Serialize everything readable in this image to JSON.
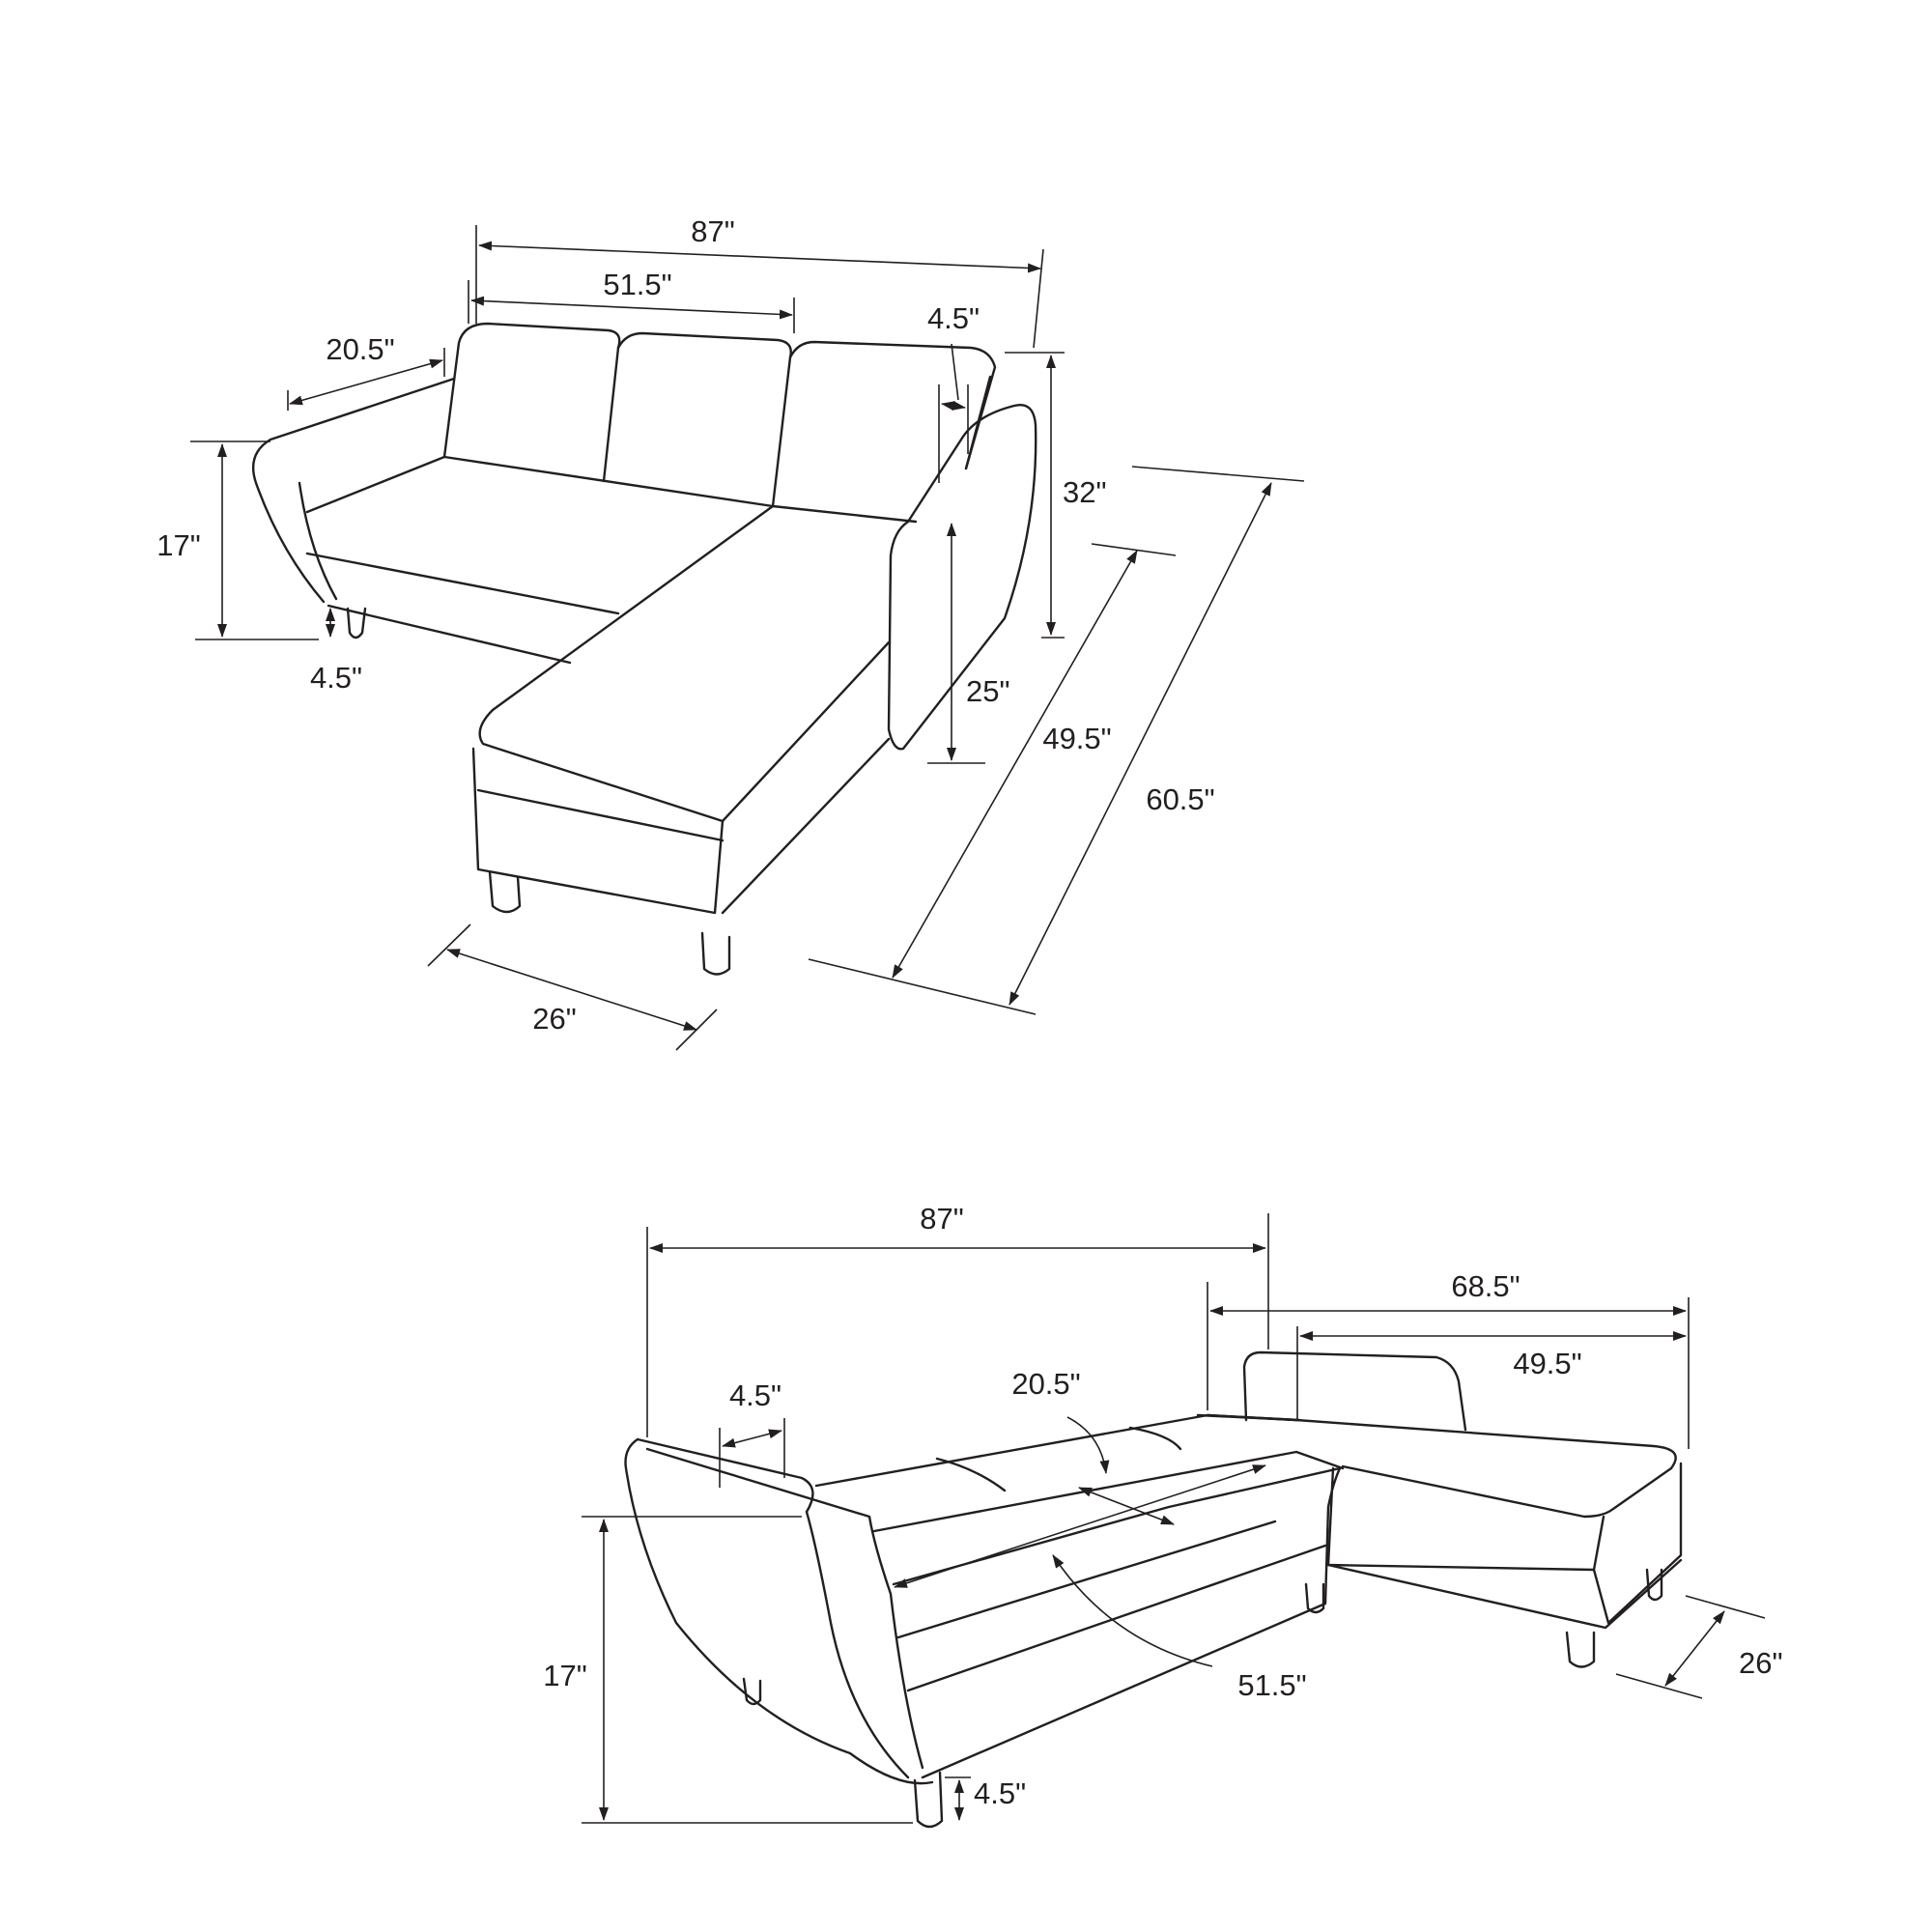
{
  "top_view": {
    "label_width": "87\"",
    "label_seat_width": "51.5\"",
    "label_arm_depth": "20.5\"",
    "label_arm_thickness": "4.5\"",
    "label_height": "32\"",
    "label_seat_height": "17\"",
    "label_leg_height": "4.5\"",
    "label_back_height": "25\"",
    "label_chaise_depth": "49.5\"",
    "label_total_depth": "60.5\"",
    "label_chaise_width": "26\""
  },
  "bottom_view": {
    "label_width": "87\"",
    "label_bed_length": "68.5\"",
    "label_chaise_length": "49.5\"",
    "label_arm_thickness": "4.5\"",
    "label_seat_depth": "20.5\"",
    "label_seat_width": "51.5\"",
    "label_seat_height": "17\"",
    "label_leg_height": "4.5\"",
    "label_chaise_width": "26\""
  }
}
